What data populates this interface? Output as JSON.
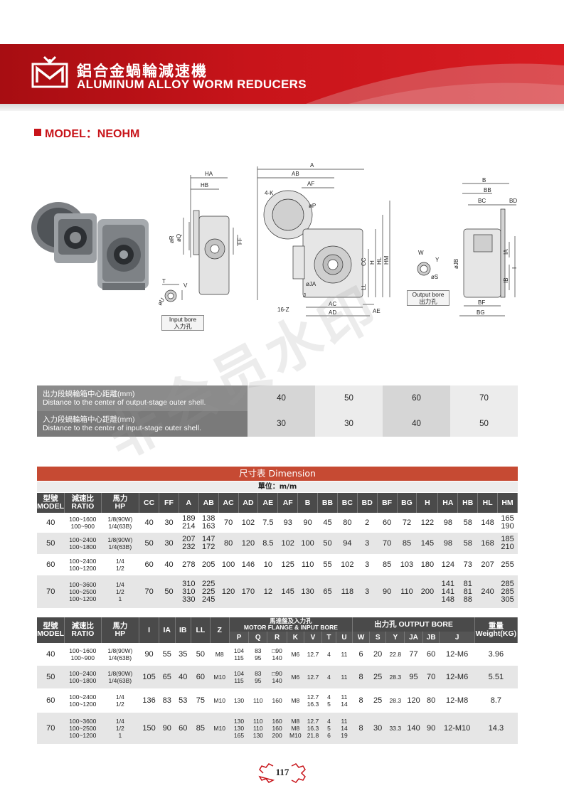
{
  "header": {
    "title_zh": "鋁合金蝸輪減速機",
    "title_en": "ALUMINUM ALLOY WORM REDUCERS"
  },
  "model_label": "MODEL：NEOHM",
  "drawing_labels": {
    "input_bore_en": "Input bore",
    "input_bore_zh": "入力孔",
    "output_bore_en": "Output bore",
    "output_bore_zh": "出力孔",
    "dims": [
      "A",
      "AB",
      "AF",
      "HA",
      "HB",
      "øR",
      "øQ",
      "FF",
      "T",
      "V",
      "øU",
      "4-K",
      "øP",
      "CC",
      "H",
      "HL",
      "HM",
      "LL",
      "øJA",
      "J",
      "16-Z",
      "AC",
      "AE",
      "AD",
      "W",
      "Y",
      "øS",
      "B",
      "BB",
      "BC",
      "BD",
      "øJB",
      "IA",
      "I",
      "IB",
      "BF",
      "BG"
    ]
  },
  "distance_table": {
    "rows": [
      {
        "label_zh": "出力段蝸輪箱中心距離(mm)",
        "label_en": "Distance to the center of output-stage outer shell.",
        "values": [
          "40",
          "50",
          "60",
          "70"
        ]
      },
      {
        "label_zh": "入力段蝸輪箱中心距離(mm)",
        "label_en": "Distance to the center of input-stage outer shell.",
        "values": [
          "30",
          "30",
          "40",
          "50"
        ]
      }
    ]
  },
  "dimension_table": {
    "title": "尺寸表 Dimension",
    "unit": "單位：m/m",
    "headers": [
      {
        "top": "型號",
        "bottom": "MODEL"
      },
      {
        "top": "減速比",
        "bottom": "RATIO"
      },
      {
        "top": "馬力",
        "bottom": "HP"
      },
      "CC",
      "FF",
      "A",
      "AB",
      "AC",
      "AD",
      "AE",
      "AF",
      "B",
      "BB",
      "BC",
      "BD",
      "BF",
      "BG",
      "H",
      "HA",
      "HB",
      "HL",
      "HM"
    ],
    "rows": [
      {
        "model": "40",
        "ratio": [
          "100~1600",
          "100~900"
        ],
        "hp": [
          "1/8(90W)",
          "1/4(63B)"
        ],
        "cc": "40",
        "ff": "30",
        "a": [
          "189",
          "214"
        ],
        "ab": [
          "138",
          "163"
        ],
        "ac": "70",
        "ad": "102",
        "ae": "7.5",
        "af": "93",
        "b": "90",
        "bb": "45",
        "bc": "80",
        "bd": "2",
        "bf": "60",
        "bg": "72",
        "h": "122",
        "ha": "98",
        "hb": "58",
        "hl": "148",
        "hm": [
          "165",
          "190"
        ]
      },
      {
        "model": "50",
        "ratio": [
          "100~2400",
          "100~1800"
        ],
        "hp": [
          "1/8(90W)",
          "1/4(63B)"
        ],
        "cc": "50",
        "ff": "30",
        "a": [
          "207",
          "232"
        ],
        "ab": [
          "147",
          "172"
        ],
        "ac": "80",
        "ad": "120",
        "ae": "8.5",
        "af": "102",
        "b": "100",
        "bb": "50",
        "bc": "94",
        "bd": "3",
        "bf": "70",
        "bg": "85",
        "h": "145",
        "ha": "98",
        "hb": "58",
        "hl": "168",
        "hm": [
          "185",
          "210"
        ]
      },
      {
        "model": "60",
        "ratio": [
          "100~2400",
          "100~1200"
        ],
        "hp": [
          "1/4",
          "1/2"
        ],
        "cc": "60",
        "ff": "40",
        "a": [
          "278"
        ],
        "ab": [
          "205"
        ],
        "ac": "100",
        "ad": "146",
        "ae": "10",
        "af": "125",
        "b": "110",
        "bb": "55",
        "bc": "102",
        "bd": "3",
        "bf": "85",
        "bg": "103",
        "h": "180",
        "ha": "124",
        "hb": "73",
        "hl": "207",
        "hm": [
          "255"
        ]
      },
      {
        "model": "70",
        "ratio": [
          "100~3600",
          "100~2500",
          "100~1200"
        ],
        "hp": [
          "1/4",
          "1/2",
          "1"
        ],
        "cc": "70",
        "ff": "50",
        "a": [
          "310",
          "310",
          "330"
        ],
        "ab": [
          "225",
          "225",
          "245"
        ],
        "ac": "120",
        "ad": "170",
        "ae": "12",
        "af": "145",
        "b": "130",
        "bb": "65",
        "bc": "118",
        "bd": "3",
        "bf": "90",
        "bg": "110",
        "h": "200",
        "ha": [
          "141",
          "141",
          "148"
        ],
        "hb": [
          "81",
          "81",
          "88"
        ],
        "hl": "240",
        "hm": [
          "285",
          "285",
          "305"
        ]
      }
    ]
  },
  "flange_table": {
    "headers": {
      "model": {
        "top": "型號",
        "bottom": "MODEL"
      },
      "ratio": {
        "top": "減速比",
        "bottom": "RATIO"
      },
      "hp": {
        "top": "馬力",
        "bottom": "HP"
      },
      "cols": [
        "I",
        "IA",
        "IB",
        "LL",
        "Z"
      ],
      "flange_group": {
        "zh": "馬達盤及入力孔",
        "en": "MOTOR FLANGE & INPUT BORE"
      },
      "flange_cols": [
        "P",
        "Q",
        "R",
        "K",
        "V",
        "T",
        "U"
      ],
      "output_group": "出力孔 OUTPUT BORE",
      "output_cols": [
        "W",
        "S",
        "Y",
        "JA",
        "JB",
        "J"
      ],
      "weight": {
        "top": "重量",
        "bottom": "Weight(KG)"
      }
    },
    "rows": [
      {
        "model": "40",
        "ratio": [
          "100~1600",
          "100~900"
        ],
        "hp": [
          "1/8(90W)",
          "1/4(63B)"
        ],
        "i": "90",
        "ia": "55",
        "ib": "35",
        "ll": "50",
        "z": "M8",
        "p": [
          "104",
          "115"
        ],
        "q": [
          "83",
          "95"
        ],
        "r": [
          "□90",
          "140"
        ],
        "k": "M6",
        "v": [
          "12.7"
        ],
        "t": [
          "4"
        ],
        "u": [
          "11"
        ],
        "w": "6",
        "s": "20",
        "y": "22.8",
        "ja": "77",
        "jb": "60",
        "j": "12-M6",
        "weight": "3.96"
      },
      {
        "model": "50",
        "ratio": [
          "100~2400",
          "100~1800"
        ],
        "hp": [
          "1/8(90W)",
          "1/4(63B)"
        ],
        "i": "105",
        "ia": "65",
        "ib": "40",
        "ll": "60",
        "z": "M10",
        "p": [
          "104",
          "115"
        ],
        "q": [
          "83",
          "95"
        ],
        "r": [
          "□90",
          "140"
        ],
        "k": "M6",
        "v": [
          "12.7"
        ],
        "t": [
          "4"
        ],
        "u": [
          "11"
        ],
        "w": "8",
        "s": "25",
        "y": "28.3",
        "ja": "95",
        "jb": "70",
        "j": "12-M6",
        "weight": "5.51"
      },
      {
        "model": "60",
        "ratio": [
          "100~2400",
          "100~1200"
        ],
        "hp": [
          "1/4",
          "1/2"
        ],
        "i": "136",
        "ia": "83",
        "ib": "53",
        "ll": "75",
        "z": "M10",
        "p": [
          "130"
        ],
        "q": [
          "110"
        ],
        "r": [
          "160"
        ],
        "k": "M8",
        "v": [
          "12.7",
          "16.3"
        ],
        "t": [
          "4",
          "5"
        ],
        "u": [
          "11",
          "14"
        ],
        "w": "8",
        "s": "25",
        "y": "28.3",
        "ja": "120",
        "jb": "80",
        "j": "12-M8",
        "weight": "8.7"
      },
      {
        "model": "70",
        "ratio": [
          "100~3600",
          "100~2500",
          "100~1200"
        ],
        "hp": [
          "1/4",
          "1/2",
          "1"
        ],
        "i": "150",
        "ia": "90",
        "ib": "60",
        "ll": "85",
        "z": "M10",
        "p": [
          "130",
          "130",
          "165"
        ],
        "q": [
          "110",
          "110",
          "130"
        ],
        "r": [
          "160",
          "160",
          "200"
        ],
        "k": [
          "M8",
          "M8",
          "M10"
        ],
        "v": [
          "12.7",
          "16.3",
          "21.8"
        ],
        "t": [
          "4",
          "5",
          "6"
        ],
        "u": [
          "11",
          "14",
          "19"
        ],
        "w": "8",
        "s": "30",
        "y": "33.3",
        "ja": "140",
        "jb": "90",
        "j": "12-M10",
        "weight": "14.3"
      }
    ]
  },
  "page_number": "117",
  "watermark_text": "非会员水印",
  "colors": {
    "brand_red": "#c8141a",
    "section_red": "#c64a33",
    "header_dark": "#4a4a4a"
  },
  "icons": [
    "company-logo-icon",
    "gear-page-icon"
  ]
}
